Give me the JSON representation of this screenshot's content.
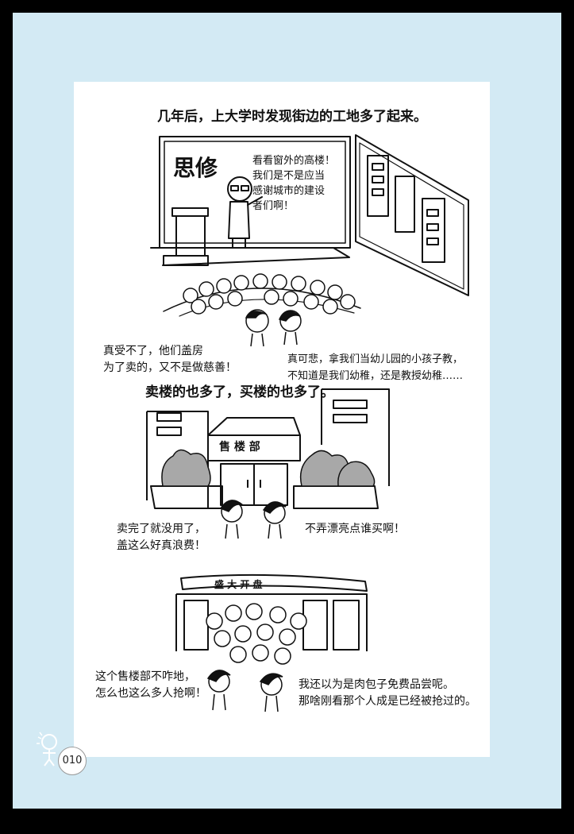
{
  "captions": {
    "c1": "几年后，上大学时发现街边的工地多了起来。",
    "c2": "卖楼的也多了，买楼的也多了。"
  },
  "panel1": {
    "board_title": "思修",
    "board_lines": [
      "看看窗外的高楼！",
      "我们是不是应当",
      "感谢城市的建设",
      "者们啊！"
    ],
    "left_speech": [
      "真受不了，他们盖房",
      "为了卖的，又不是做慈善！"
    ],
    "right_speech": [
      "真可悲，拿我们当幼儿园的小孩子教，",
      "不知道是我们幼稚，还是教授幼稚……"
    ]
  },
  "panel2": {
    "sign": "售 楼 部",
    "left_speech": [
      "卖完了就没用了，",
      "盖这么好真浪费！"
    ],
    "right_speech": "不弄漂亮点谁买啊！"
  },
  "panel3": {
    "banner": "盛 大 开 盘",
    "left_speech": [
      "这个售楼部不咋地，",
      "怎么也这么多人抢啊！"
    ],
    "right_speech": [
      "我还以为是肉包子免费品尝呢。",
      "那啥刚看那个人成是已经被抢过的。"
    ]
  },
  "page_number": "010"
}
